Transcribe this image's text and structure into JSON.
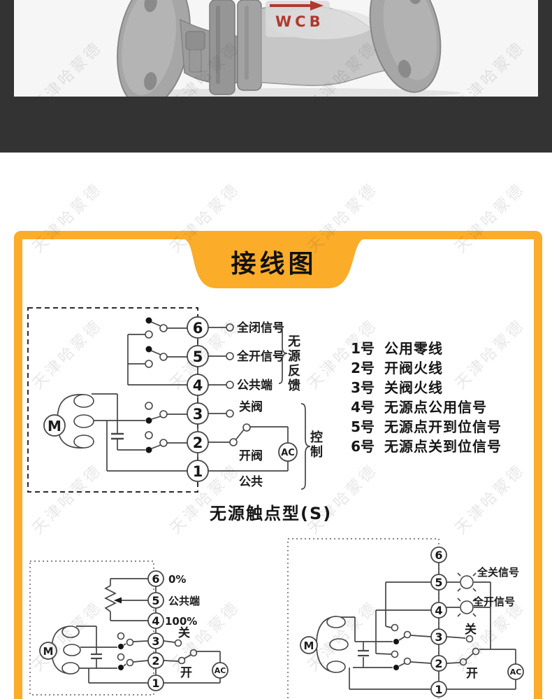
{
  "watermark": {
    "text": "天津哈蒙德"
  },
  "product_photo": {
    "marking": "WCB"
  },
  "section": {
    "title": "接线图"
  },
  "top_diagram": {
    "terminals": [
      "6",
      "5",
      "4",
      "3",
      "2",
      "1"
    ],
    "motor_label": "M",
    "ac_label": "AC",
    "labels": {
      "full_close_signal": "全闭信号",
      "full_open_signal": "全开信号",
      "common_end": "公共端",
      "close_valve": "关阀",
      "open_valve": "开阀",
      "common": "公共",
      "passive_feedback": "无源反馈",
      "control": "控制"
    },
    "caption": "无源触点型(S)"
  },
  "terminal_legend": {
    "items": [
      {
        "no": "1号",
        "desc": "公用零线"
      },
      {
        "no": "2号",
        "desc": "开阀火线"
      },
      {
        "no": "3号",
        "desc": "关阀火线"
      },
      {
        "no": "4号",
        "desc": "无源点公用信号"
      },
      {
        "no": "5号",
        "desc": "无源点开到位信号"
      },
      {
        "no": "6号",
        "desc": "无源点关到位信号"
      }
    ]
  },
  "bottom_left_diagram": {
    "terminals": [
      "6",
      "5",
      "4",
      "3",
      "2",
      "1"
    ],
    "motor_label": "M",
    "ac_label": "AC",
    "labels": {
      "zero_percent": "0%",
      "common_end": "公共端",
      "hundred_percent": "100%",
      "close": "关",
      "open": "开"
    }
  },
  "bottom_right_diagram": {
    "terminals": [
      "6",
      "5",
      "4",
      "3",
      "2",
      "1"
    ],
    "motor_label": "M",
    "ac_label": "AC",
    "labels": {
      "full_close_signal": "全关信号",
      "full_open_signal_a": "全开",
      "full_open_signal_b": "信号",
      "close": "关",
      "open": "开"
    }
  },
  "colors": {
    "accent_orange": "#FBAC28",
    "dark_band": "#333333",
    "photo_bg": "#f6f6f6",
    "diagram_ink": "#454545",
    "red_marking": "#b0392f"
  }
}
